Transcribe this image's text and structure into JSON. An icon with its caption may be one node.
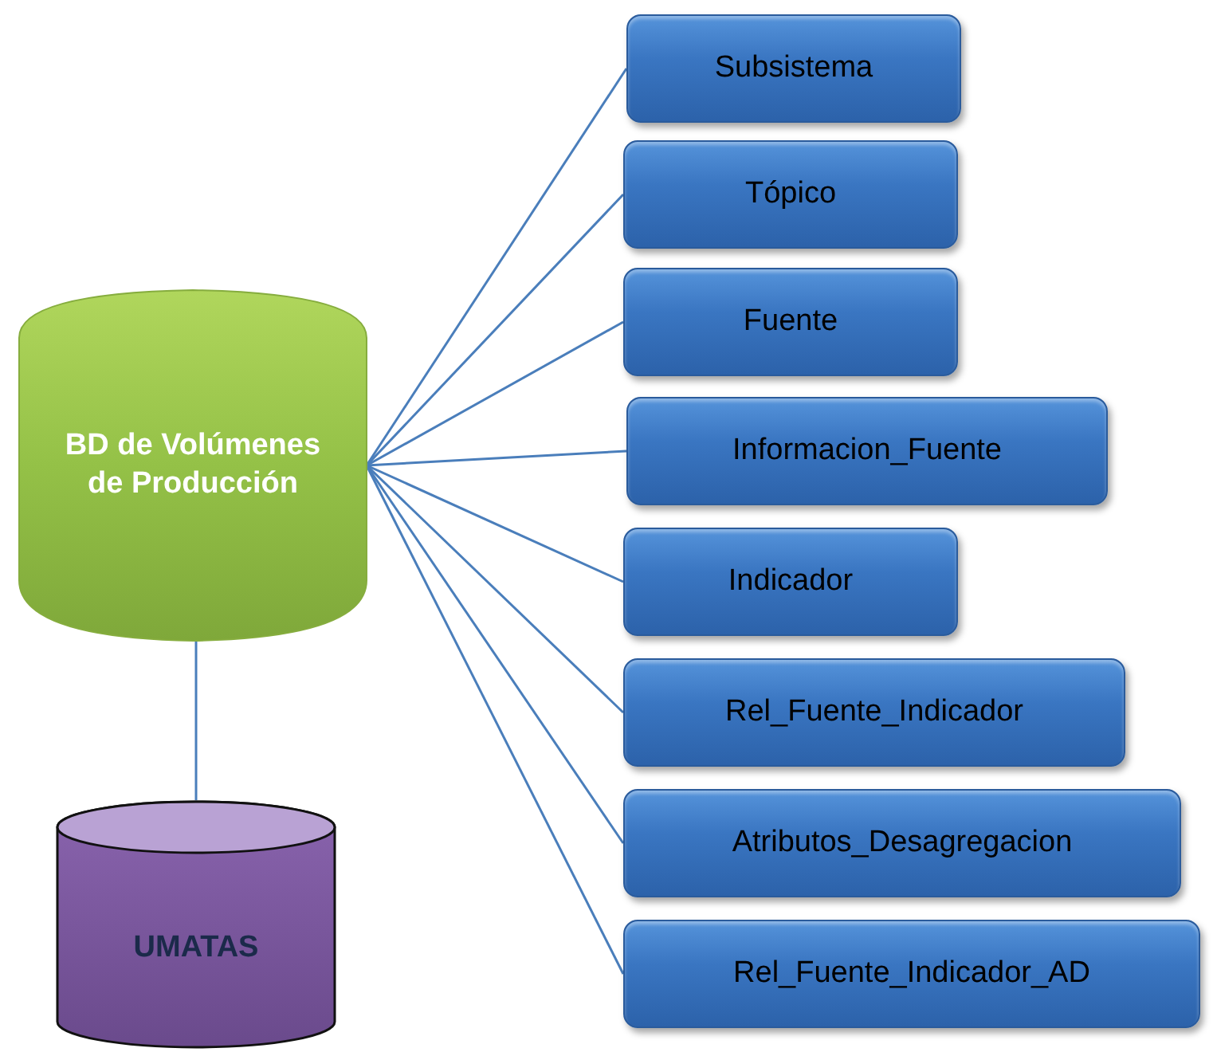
{
  "diagram": {
    "nodes": [
      {
        "text": [
          "BD de Volúmenes de Producción"
        ]
      },
      {
        "text": [
          "UMATAS"
        ]
      },
      {
        "text": [
          "Subsistema"
        ]
      },
      {
        "text": [
          "Tópico"
        ]
      },
      {
        "text": [
          "Fuente"
        ]
      },
      {
        "text": [
          "Informacion_Fuente"
        ]
      },
      {
        "text": [
          "Indicador"
        ]
      },
      {
        "text": [
          "Rel_Fuente_Indicador"
        ]
      },
      {
        "text": [
          "Atributos_Desagregacion"
        ]
      },
      {
        "text": [
          "Rel_Fuente_Indicador_AD"
        ]
      }
    ],
    "edges": [
      {
        "from": 0,
        "to": 1,
        "arrow": "none"
      },
      {
        "from": 0,
        "to": 2,
        "arrow": "none"
      },
      {
        "from": 0,
        "to": 3,
        "arrow": "none"
      },
      {
        "from": 0,
        "to": 4,
        "arrow": "none"
      },
      {
        "from": 0,
        "to": 5,
        "arrow": "none"
      },
      {
        "from": 0,
        "to": 6,
        "arrow": "none"
      },
      {
        "from": 0,
        "to": 7,
        "arrow": "none"
      },
      {
        "from": 0,
        "to": 8,
        "arrow": "none"
      },
      {
        "from": 0,
        "to": 9,
        "arrow": "none"
      }
    ]
  }
}
